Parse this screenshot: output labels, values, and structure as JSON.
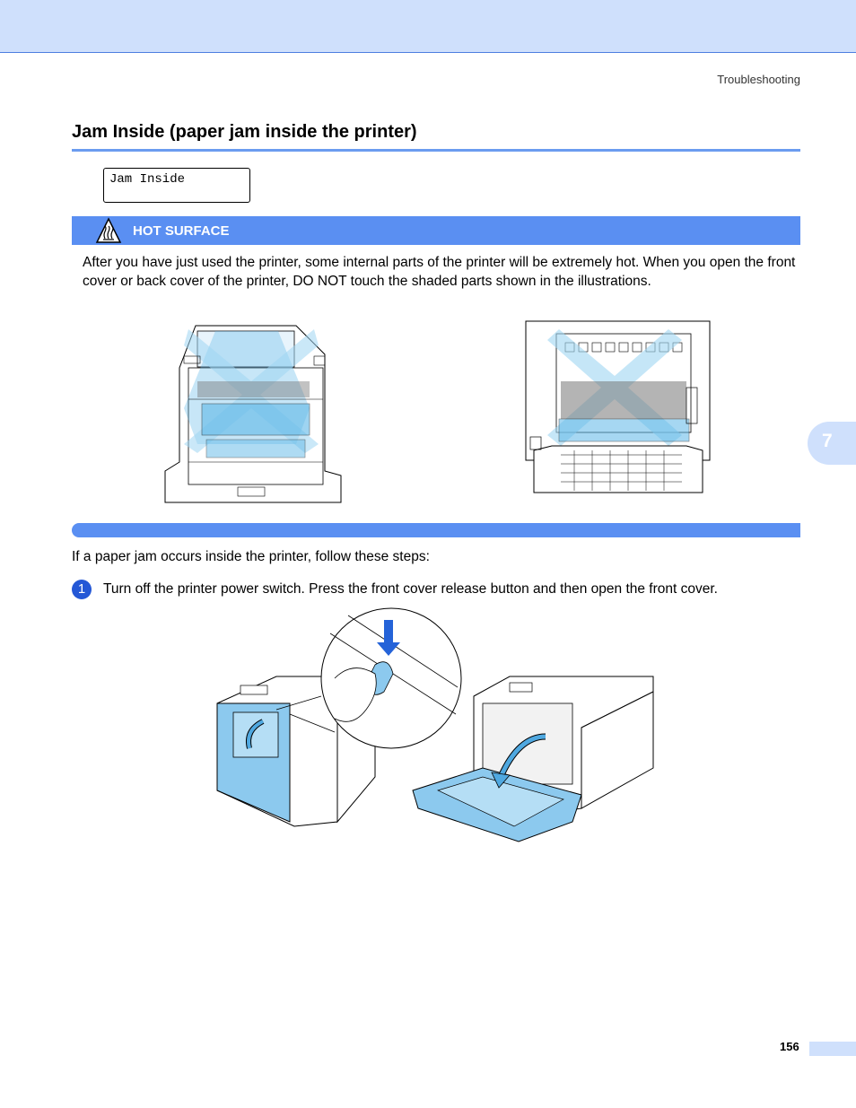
{
  "header": {
    "section": "Troubleshooting"
  },
  "heading": "Jam Inside (paper jam inside the printer)",
  "lcd_message": "Jam Inside",
  "warning": {
    "label": "HOT SURFACE",
    "text": "After you have just used the printer, some internal parts of the printer will be extremely hot. When you open the front cover or back cover of the printer, DO NOT touch the shaded parts shown in the illustrations."
  },
  "intro": "If a paper jam occurs inside the printer, follow these steps:",
  "steps": [
    {
      "number": "1",
      "text": "Turn off the printer power switch. Press the front cover release button and then open the front cover."
    }
  ],
  "chapter_tab": "7",
  "page_number": "156",
  "colors": {
    "accent": "#5a8ff2",
    "band": "#cfe0fc",
    "highlight": "#5fb8e8"
  }
}
